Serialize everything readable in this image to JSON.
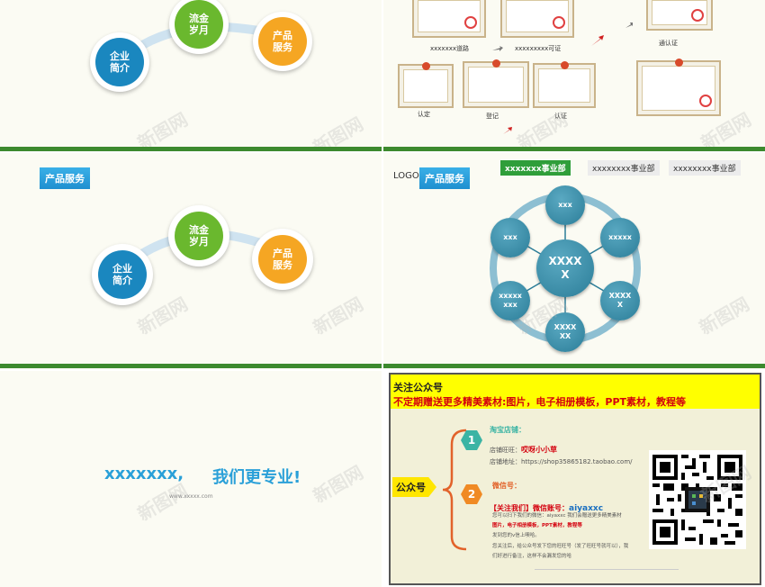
{
  "watermark": "新图网",
  "slide1": {
    "circles": [
      {
        "label": "企业\n简介",
        "color": "#1a87bf"
      },
      {
        "label": "流金\n岁月",
        "color": "#6ab82e"
      },
      {
        "label": "产品\n服务",
        "color": "#f5a623"
      }
    ]
  },
  "slide2": {
    "captions": [
      "xxxxxxx道路",
      "xxxxxxxxx可证",
      "通认证",
      "认定",
      "登记",
      "认证"
    ]
  },
  "slide3": {
    "tag": "产品服务",
    "circles": [
      {
        "label": "企业\n简介"
      },
      {
        "label": "流金\n岁月"
      },
      {
        "label": "产品\n服务"
      }
    ]
  },
  "slide4": {
    "logo": "LOGO",
    "tag": "产品服务",
    "depts": [
      "xxxxxxx事业部",
      "xxxxxxxx事业部",
      "xxxxxxxx事业部"
    ],
    "center": "XXXX\nX",
    "nodes": [
      "xxx",
      "xxxxx",
      "XXXX\nX",
      "XXXX\nXX",
      "xxxxx\nxxx",
      "xxx"
    ]
  },
  "slide5": {
    "text1": "xxxxxxx,",
    "text2": "我们更专业!",
    "url": "www.xxxxx.com"
  },
  "slide6": {
    "line1": "关注公众号",
    "line2": "不定期赠送更多精美素材:图片，电子相册模板，PPT素材，教程等",
    "gzh": "公众号",
    "n1": "1",
    "n2": "2",
    "shop_title": "淘宝店铺：",
    "shop_name_label": "店铺旺旺：",
    "shop_name": "哎呀小小草",
    "shop_url_label": "店铺地址：",
    "shop_url": "https://shop35865182.taobao.com/",
    "wx_title": "微信号：",
    "wx_follow": "【关注我们】微信账号：",
    "wx_id": "aiyaxxc",
    "desc1": "您可以扫下我们的微信：aiyaxxc 我们会赠送更多精美素材",
    "desc2": "图片，电子相册模板，PPT素材，教程等",
    "desc3": "发到您的v信上噢哈。",
    "desc4": "您关注后，给公众号发下您的旺旺号（发了旺旺号就可以），我",
    "desc5": "们好进行备注，这样不会漏发您的哈"
  }
}
